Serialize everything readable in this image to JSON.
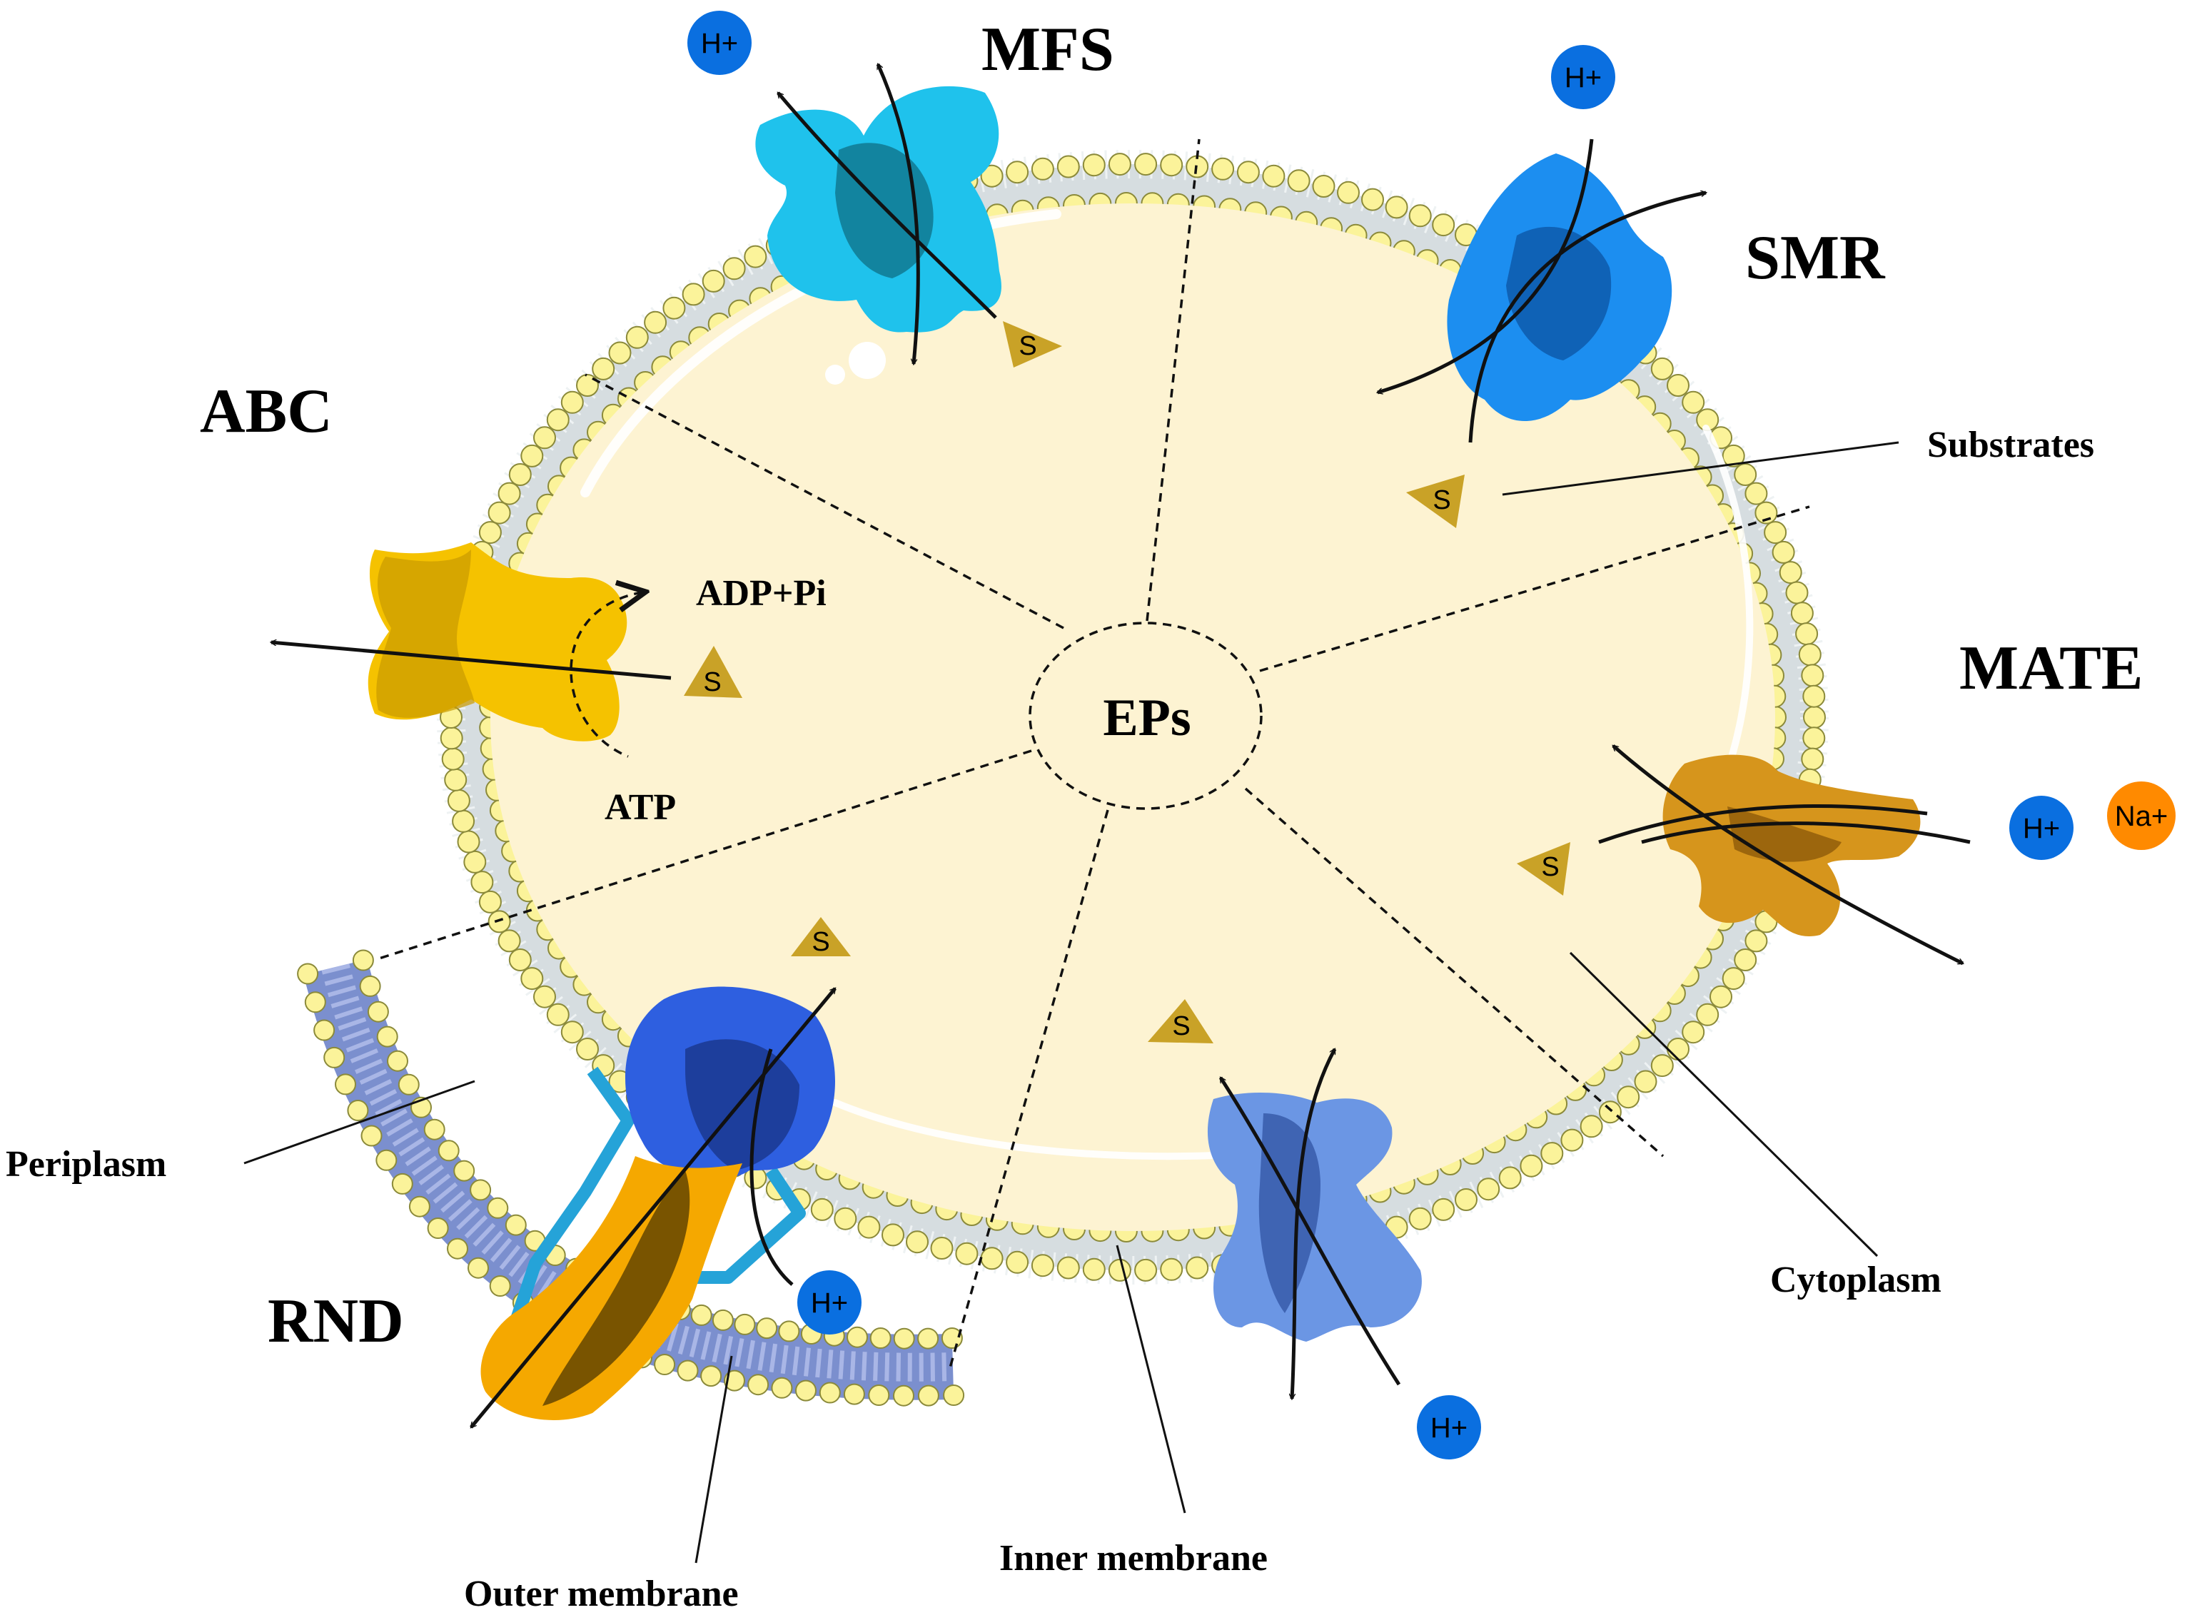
{
  "center_label": "EPs",
  "transporter_families": {
    "mfs": "MFS",
    "smr": "SMR",
    "abc": "ABC",
    "mate": "MATE",
    "rnd": "RND"
  },
  "annotations": {
    "substrates": "Substrates",
    "cytoplasm": "Cytoplasm",
    "periplasm": "Periplasm",
    "outer_membrane": "Outer membrane",
    "inner_membrane": "Inner membrane",
    "adp_pi": "ADP+Pi",
    "atp": "ATP"
  },
  "ions": {
    "proton": "H+",
    "sodium": "Na+"
  },
  "substrate_symbol": "S",
  "colors": {
    "cytoplasm": "#fdf3d2",
    "bilayer_core": "#d6dde0",
    "lipid_head": "#fbf39a",
    "outer_membrane_core": "#7b8fce",
    "mfs": "#1fc2ec",
    "smr": "#1c8ef0",
    "abc": "#f5c200",
    "mate": "#d6951c",
    "rnd": "#2e5fe0",
    "bottom_pump": "#6b96e4",
    "proton_badge": "#0a6fe0",
    "sodium_badge": "#ff8a00",
    "substrate": "#c9a227"
  }
}
